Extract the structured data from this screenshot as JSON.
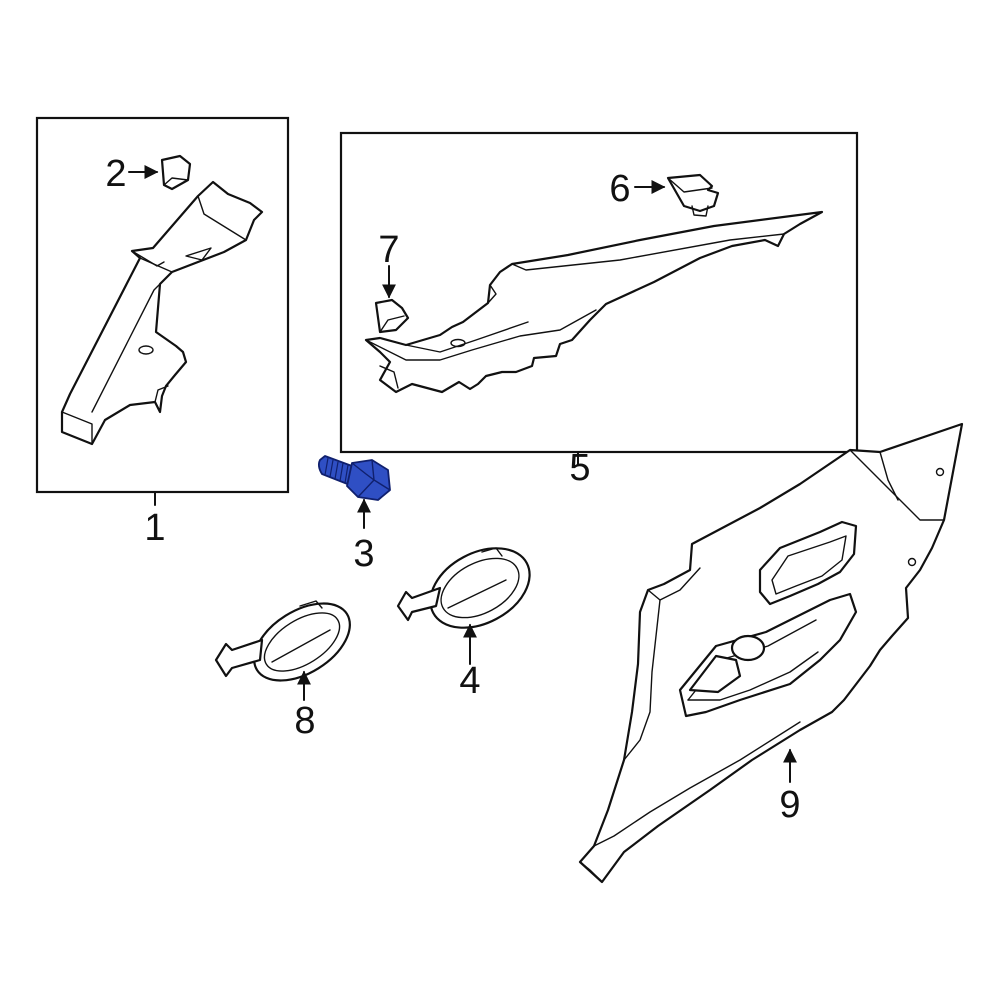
{
  "callouts": [
    {
      "id": "1",
      "label": "1"
    },
    {
      "id": "2",
      "label": "2"
    },
    {
      "id": "3",
      "label": "3"
    },
    {
      "id": "4",
      "label": "4"
    },
    {
      "id": "5",
      "label": "5"
    },
    {
      "id": "6",
      "label": "6"
    },
    {
      "id": "7",
      "label": "7"
    },
    {
      "id": "8",
      "label": "8"
    },
    {
      "id": "9",
      "label": "9"
    }
  ],
  "colors": {
    "highlight_fill": "#2f4fc4",
    "highlight_stroke": "#10206e",
    "line": "#111111",
    "background": "#ffffff"
  },
  "highlighted_part": "3"
}
